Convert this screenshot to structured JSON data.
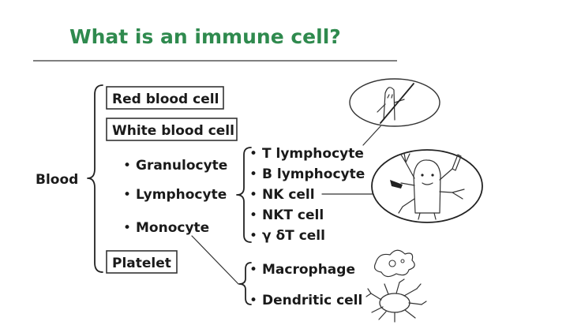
{
  "title": "What is an immune cell?",
  "root": "Blood",
  "blood_components": [
    "Red blood cell",
    "White blood cell",
    "Platelet"
  ],
  "white_blood_cell_types": [
    "Granulocyte",
    "Lymphocyte",
    "Monocyte"
  ],
  "lymphocyte_types": [
    "T lymphocyte",
    "B lymphocyte",
    "NK cell",
    "NKT cell",
    "γ δT cell"
  ],
  "monocyte_types": [
    "Macrophage",
    "Dendritic cell"
  ],
  "bullet": "•",
  "colors": {
    "title": "#2f8a4e",
    "ink": "#222222",
    "rule": "#555555"
  },
  "icons": [
    "crossed-out-t-cell-icon",
    "armed-nk-cell-icon",
    "macrophage-icon",
    "dendritic-cell-icon"
  ]
}
